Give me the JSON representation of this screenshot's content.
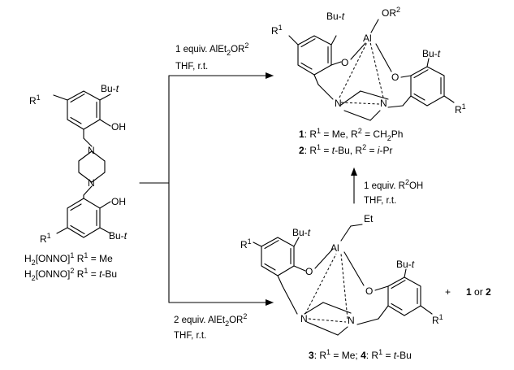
{
  "ligand": {
    "r1": "R",
    "r1_sup": "1",
    "but": "Bu-",
    "but_t": "t",
    "oh_top": "OH",
    "oh_bottom": "OH",
    "n_top": "N",
    "n_bottom": "N",
    "r1_bottom": "R",
    "r1_bottom_sup": "1",
    "but_bottom": "Bu-",
    "but_bottom_t": "t",
    "caption1": {
      "h2": "H",
      "sub2": "2",
      "onno": "[ONNO]",
      "sup": "1",
      "r": " R",
      "rsup": "1",
      "rest": " = Me"
    },
    "caption2": {
      "h2": "H",
      "sub2": "2",
      "onno": "[ONNO]",
      "sup": "2",
      "r": " R",
      "rsup": "1",
      "eq": " = ",
      "t": "t",
      "rest": "-Bu"
    }
  },
  "top_product": {
    "or2": "OR",
    "or2_sup": "2",
    "al": "Al",
    "r1_left": "R",
    "r1_left_sup": "1",
    "but_left": "Bu-",
    "but_left_t": "t",
    "o_left": "O",
    "o_right": "O",
    "but_right": "Bu-",
    "but_right_t": "t",
    "r1_right": "R",
    "r1_right_sup": "1",
    "n_left": "N",
    "n_right": "N",
    "line1": {
      "num": "1",
      "colon": ": R",
      "s1": "1",
      "a": " = Me, R",
      "s2": "2",
      "b": " = CH",
      "s3": "2",
      "c": "Ph"
    },
    "line2": {
      "num": "2",
      "colon": ": R",
      "s1": "1",
      "a": " = ",
      "t1": "t",
      "b": "-Bu, R",
      "s2": "2",
      "c": " = ",
      "i": "i",
      "d": "-Pr"
    }
  },
  "bottom_product": {
    "et": "Et",
    "al": "Al",
    "r1_left": "R",
    "r1_left_sup": "1",
    "but_left": "Bu-",
    "but_left_t": "t",
    "o_left": "O",
    "o_right": "O",
    "but_right": "Bu-",
    "but_right_t": "t",
    "r1_right": "R",
    "r1_right_sup": "1",
    "n_left": "N",
    "n_right": "N",
    "caption": {
      "n3": "3",
      "a": ": R",
      "s1": "1",
      "b": " = Me; ",
      "n4": "4",
      "c": ": R",
      "s2": "1",
      "d": " = ",
      "t": "t",
      "e": "-Bu"
    }
  },
  "plus": "+",
  "or_text": {
    "n1": "1",
    "or": " or ",
    "n2": "2"
  },
  "conditions": {
    "top_reagent": {
      "a": "1 equiv. AlEt",
      "s1": "2",
      "b": "OR",
      "s2": "2"
    },
    "top_solvent": "THF, r.t.",
    "bottom_reagent": {
      "a": "2 equiv. AlEt",
      "s1": "2",
      "b": "OR",
      "s2": "2"
    },
    "bottom_solvent": "THF, r.t.",
    "vertical_reagent": {
      "a": "1 equiv. R",
      "s1": "2",
      "b": "OH"
    },
    "vertical_solvent": "THF, r.t."
  }
}
